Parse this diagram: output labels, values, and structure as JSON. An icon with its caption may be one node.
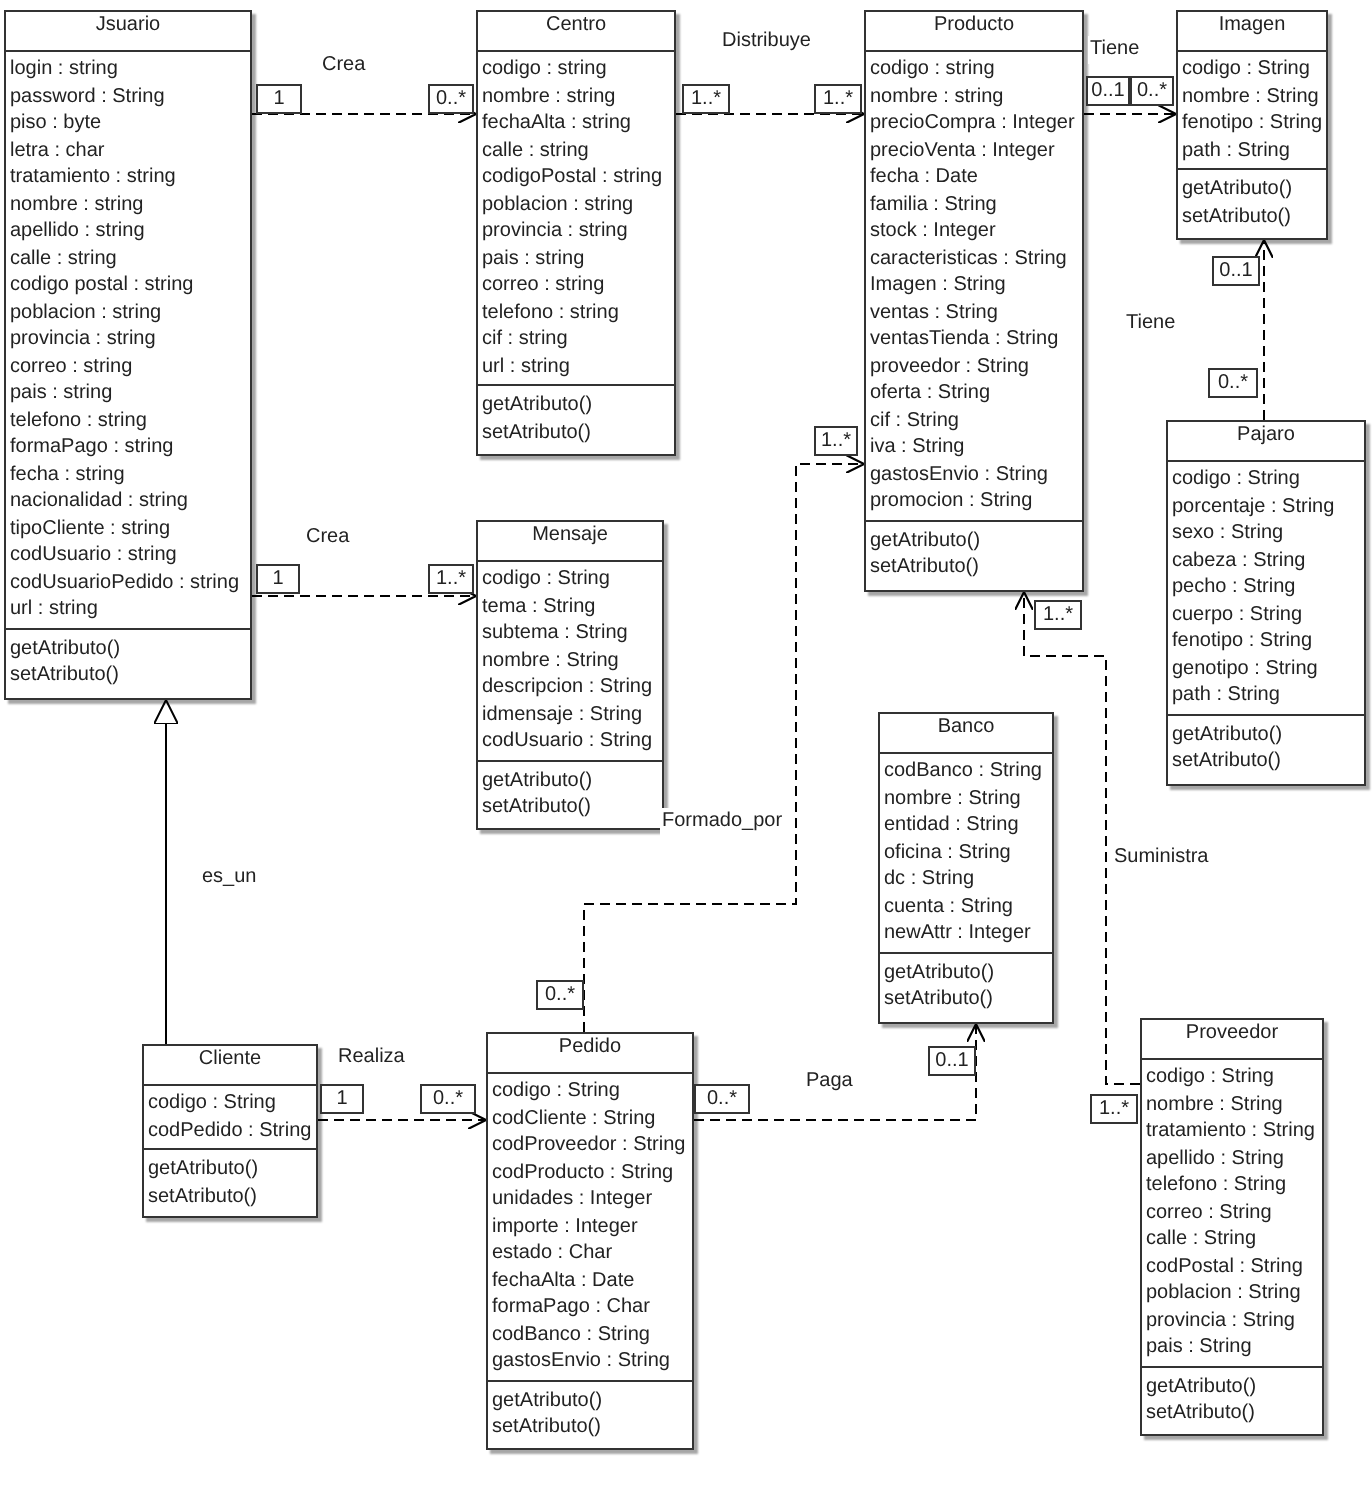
{
  "diagram": {
    "nodes": [
      {
        "text": [
          "Jsuario",
          "login : string",
          "password : String",
          "piso : byte",
          "letra : char",
          "tratamiento : string",
          "nombre : string",
          "apellido : string",
          "calle : string",
          "codigo postal : string",
          "poblacion : string",
          "provincia : string",
          "correo : string",
          "pais : string",
          "telefono : string",
          "formaPago : string",
          "fecha : string",
          "nacionalidad : string",
          "tipoCliente : string",
          "codUsuario : string",
          "codUsuarioPedido : string",
          "url : string",
          "getAtributo()",
          "setAtributo()"
        ]
      },
      {
        "text": [
          "Centro",
          "codigo : string",
          "nombre : string",
          "fechaAlta : string",
          "calle : string",
          "codigoPostal : string",
          "poblacion : string",
          "provincia : string",
          "pais : string",
          "correo : string",
          "telefono : string",
          "cif : string",
          "url : string",
          "getAtributo()",
          "setAtributo()"
        ]
      },
      {
        "text": [
          "Producto",
          "codigo : string",
          "nombre : string",
          "precioCompra : Integer",
          "precioVenta : Integer",
          "fecha : Date",
          "familia : String",
          "stock : Integer",
          "caracteristicas : String",
          "Imagen : String",
          "ventas : String",
          "ventasTienda : String",
          "proveedor : String",
          "oferta : String",
          "cif : String",
          "iva : String",
          "gastosEnvio : String",
          "promocion : String",
          "getAtributo()",
          "setAtributo()"
        ]
      },
      {
        "text": [
          "Imagen",
          "codigo : String",
          "nombre : String",
          "fenotipo : String",
          "path : String",
          "getAtributo()",
          "setAtributo()"
        ]
      },
      {
        "text": [
          "Pajaro",
          "codigo : String",
          "porcentaje : String",
          "sexo : String",
          "cabeza : String",
          "pecho : String",
          "cuerpo : String",
          "fenotipo : String",
          "genotipo : String",
          "path : String",
          "getAtributo()",
          "setAtributo()"
        ]
      },
      {
        "text": [
          "Mensaje",
          "codigo : String",
          "tema : String",
          "subtema : String",
          "nombre : String",
          "descripcion : String",
          "idmensaje : String",
          "codUsuario : String",
          "getAtributo()",
          "setAtributo()"
        ]
      },
      {
        "text": [
          "Banco",
          "codBanco : String",
          "nombre : String",
          "entidad : String",
          "oficina : String",
          "dc : String",
          "cuenta : String",
          "newAttr : Integer",
          "getAtributo()",
          "setAtributo()"
        ]
      },
      {
        "text": [
          "Cliente",
          "codigo : String",
          "codPedido : String",
          "getAtributo()",
          "setAtributo()"
        ]
      },
      {
        "text": [
          "Pedido",
          "codigo : String",
          "codCliente : String",
          "codProveedor : String",
          "codProducto : String",
          "unidades : Integer",
          "importe : Integer",
          "estado : Char",
          "fechaAlta : Date",
          "formaPago : Char",
          "codBanco : String",
          "gastosEnvio : String",
          "getAtributo()",
          "setAtributo()"
        ]
      },
      {
        "text": [
          "Proveedor",
          "codigo : String",
          "nombre : String",
          "tratamiento : String",
          "apellido : String",
          "telefono : String",
          "correo : String",
          "calle : String",
          "codPostal : String",
          "poblacion : String",
          "provincia : String",
          "pais : String",
          "getAtributo()",
          "setAtributo()"
        ]
      }
    ],
    "edges": [
      {
        "from": 0,
        "to": 1,
        "arrow": "to",
        "label": "Crea",
        "style": "dashed"
      },
      {
        "from": 1,
        "to": 2,
        "arrow": "to",
        "label": "Distribuye",
        "style": "dashed"
      },
      {
        "from": 2,
        "to": 3,
        "arrow": "to",
        "label": "Tiene",
        "style": "dashed"
      },
      {
        "from": 4,
        "to": 3,
        "arrow": "to",
        "label": "Tiene",
        "style": "dashed"
      },
      {
        "from": 0,
        "to": 5,
        "arrow": "to",
        "label": "Crea",
        "style": "dashed"
      },
      {
        "from": 8,
        "to": 2,
        "arrow": "to",
        "label": "Formado_por",
        "style": "dashed"
      },
      {
        "from": 9,
        "to": 2,
        "arrow": "to",
        "label": "Suministra",
        "style": "dashed"
      },
      {
        "from": 7,
        "to": 0,
        "arrow": "to",
        "label": "es_un"
      },
      {
        "from": 7,
        "to": 8,
        "arrow": "to",
        "label": "Realiza",
        "style": "dashed"
      },
      {
        "from": 8,
        "to": 6,
        "arrow": "to",
        "label": "Paga",
        "style": "dashed"
      }
    ],
    "labels": [
      "0..1",
      "0..*",
      "1",
      "0..*",
      "1..*",
      "1..*",
      "0..1",
      "0..*",
      "1..*",
      "1",
      "1..*",
      "1..*",
      "0..*",
      "0..1",
      "1",
      "0..*",
      "0..*",
      "1..*"
    ]
  }
}
